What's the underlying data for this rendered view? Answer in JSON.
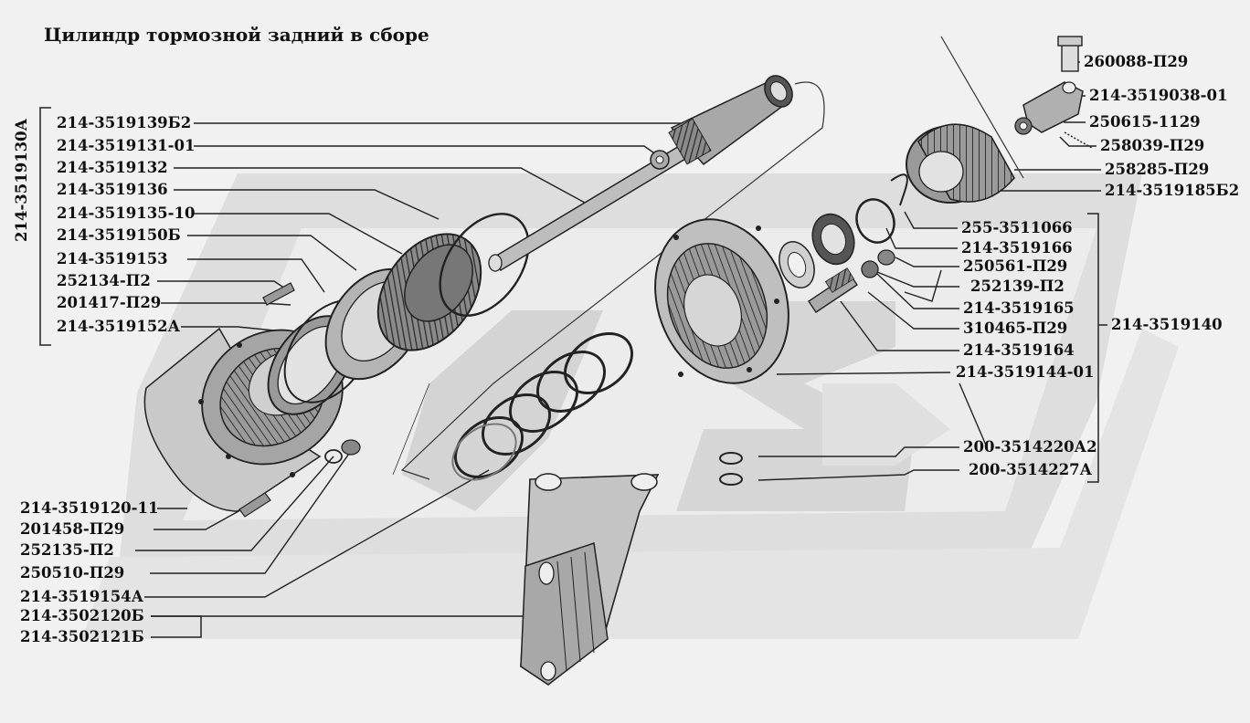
{
  "title": "Цилиндр тормозной задний в сборе",
  "group_labels": {
    "left_group": "214-3519130А",
    "right_group": "214-3519140"
  },
  "labels": {
    "l_139b2": "214-3519139Б2",
    "l_131_01": "214-3519131-01",
    "l_132": "214-3519132",
    "l_136": "214-3519136",
    "l_135_10": "214-3519135-10",
    "l_150b": "214-3519150Б",
    "l_153": "214-3519153",
    "l_252134": "252134-П2",
    "l_201417": "201417-П29",
    "l_152a": "214-3519152А",
    "l_120_11": "214-3519120-11",
    "l_201458": "201458-П29",
    "l_252135": "252135-П2",
    "l_250510": "250510-П29",
    "l_154a": "214-3519154А",
    "l_120b": "214-3502120Б",
    "l_121b": "214-3502121Б",
    "r_260088": "260088-П29",
    "r_038_01": "214-3519038-01",
    "r_250615": "250615-1129",
    "r_258039": "258039-П29",
    "r_258285": "258285-П29",
    "r_185b2": "214-3519185Б2",
    "r_255": "255-3511066",
    "r_166": "214-3519166",
    "r_250561": "250561-П29",
    "r_252139": "252139-П2",
    "r_165": "214-3519165",
    "r_310465": "310465-П29",
    "r_164": "214-3519164",
    "r_144_01": "214-3519144-01",
    "r_220a2": "200-3514220А2",
    "r_227a": "200-3514227А"
  }
}
